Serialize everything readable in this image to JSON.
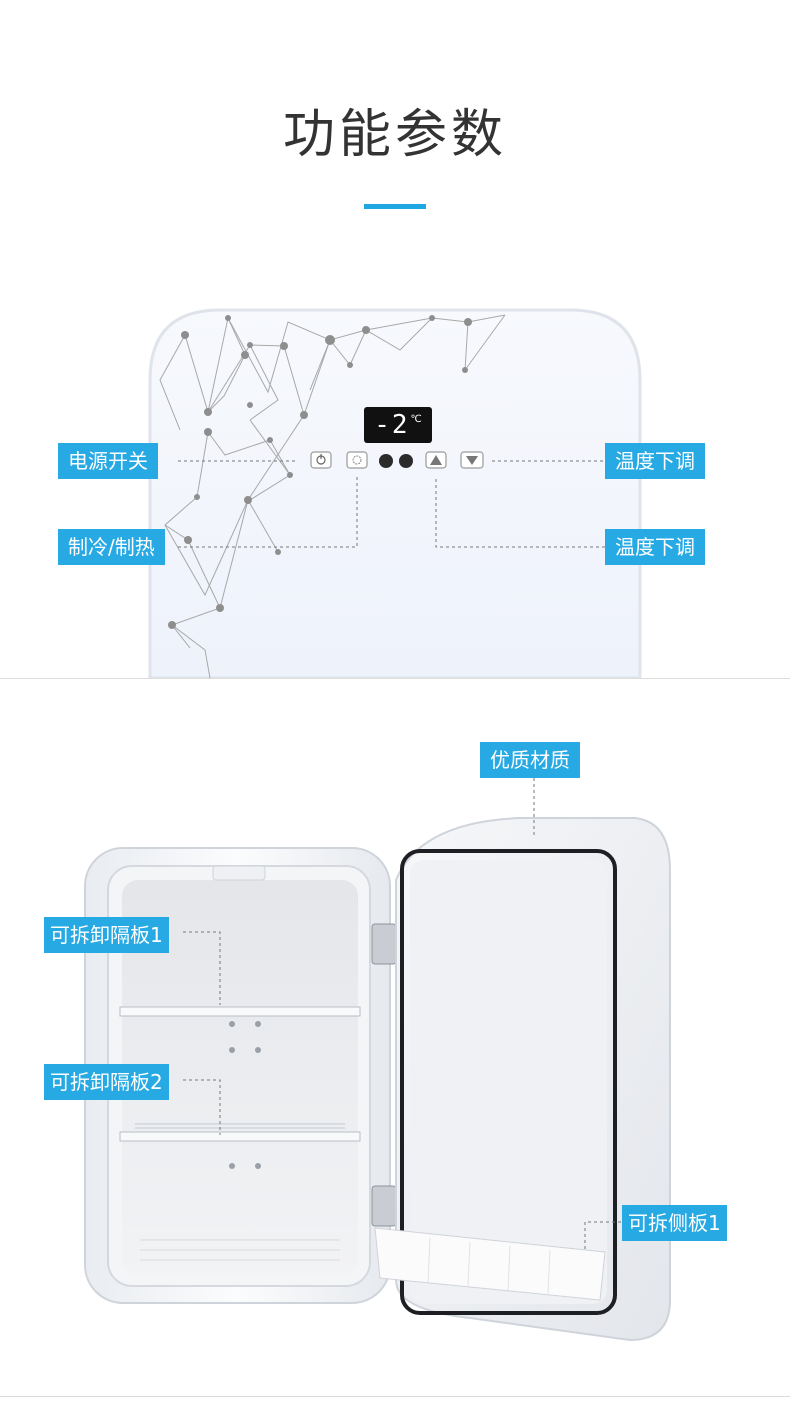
{
  "header": {
    "title": "功能参数"
  },
  "control_panel": {
    "display": {
      "value": "-2",
      "unit": "℃"
    },
    "labels": {
      "power_switch": "电源开关",
      "cool_heat": "制冷/制热",
      "temp_down_top": "温度下调",
      "temp_down_bottom": "温度下调"
    },
    "icons": [
      "power-icon",
      "snowflake-icon",
      "up-arrow-icon",
      "down-arrow-icon"
    ]
  },
  "fridge": {
    "labels": {
      "quality_material": "优质材质",
      "shelf_1": "可拆卸隔板1",
      "shelf_2": "可拆卸隔板2",
      "side_panel": "可拆侧板1"
    }
  },
  "colors": {
    "accent": "#27a9e3",
    "title_bar": "#1ea7e1",
    "text": "#333333"
  }
}
